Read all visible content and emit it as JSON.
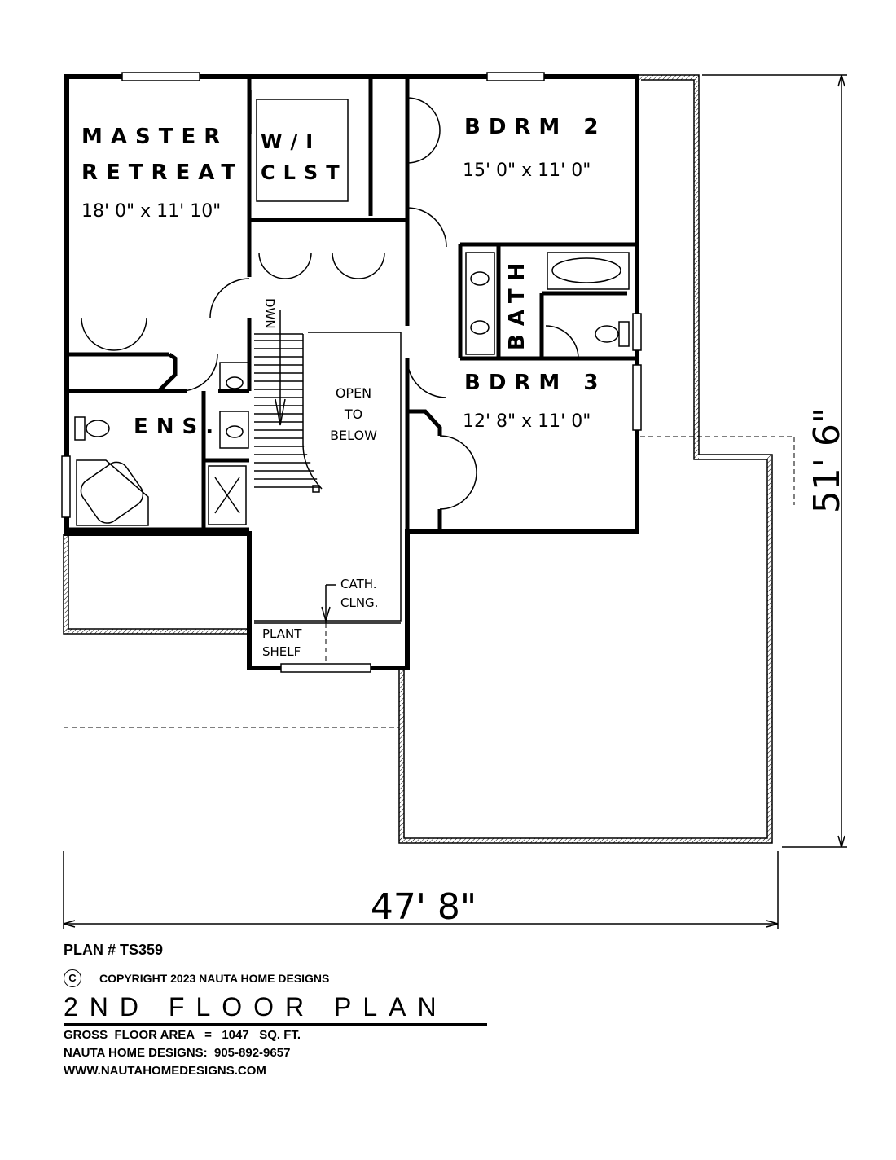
{
  "rooms": {
    "master_1": "MASTER",
    "master_2": "RETREAT",
    "master_dim": "18' 0\" x 11' 10\"",
    "wi_1": "W/I",
    "wi_2": "CLST",
    "bdrm2": "BDRM 2",
    "bdrm2_dim": "15' 0\" x 11' 0\"",
    "bath": "BATH",
    "bdrm3": "BDRM 3",
    "bdrm3_dim": "12' 8\" x 11' 0\"",
    "ens": "ENS.",
    "dwn": "DWN",
    "open_1": "OPEN",
    "open_2": "TO",
    "open_3": "BELOW",
    "cath_1": "CATH.",
    "cath_2": "CLNG.",
    "plant_1": "PLANT",
    "plant_2": "SHELF"
  },
  "dimensions": {
    "width": "47' 8\"",
    "depth": "51' 6\""
  },
  "footer": {
    "plan_no": "PLAN # TS359",
    "copyright_symbol": "C",
    "copyright": "COPYRIGHT 2023 NAUTA HOME DESIGNS",
    "title": "2ND FLOOR PLAN",
    "area": "GROSS  FLOOR AREA   =   1047   SQ. FT.",
    "phone": "NAUTA HOME DESIGNS:  905-892-9657",
    "web": "WWW.NAUTAHOMEDESIGNS.COM"
  }
}
